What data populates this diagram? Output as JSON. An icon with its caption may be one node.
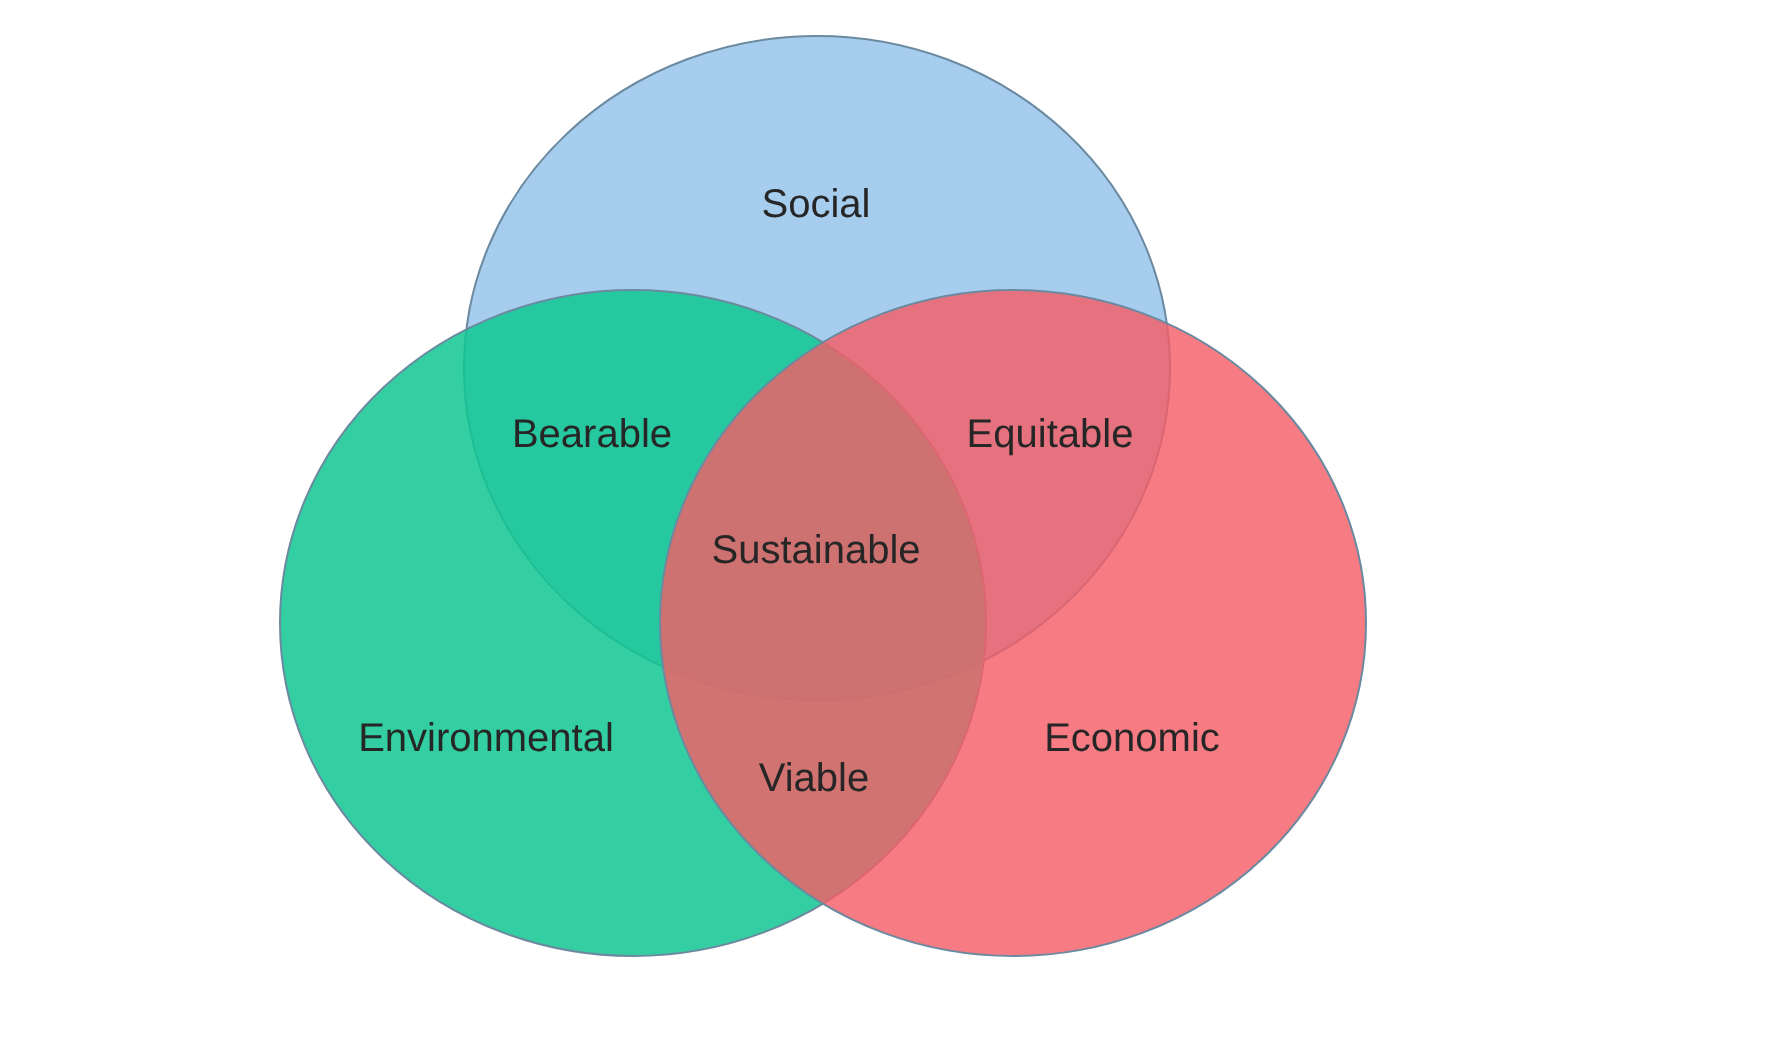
{
  "diagram": {
    "nodes": [
      {
        "text": [
          "Social"
        ]
      },
      {
        "text": [
          "Environmental"
        ]
      },
      {
        "text": [
          "Economic"
        ]
      }
    ],
    "labels": [
      "Bearable",
      "Equitable",
      "Sustainable",
      "Viable"
    ]
  }
}
